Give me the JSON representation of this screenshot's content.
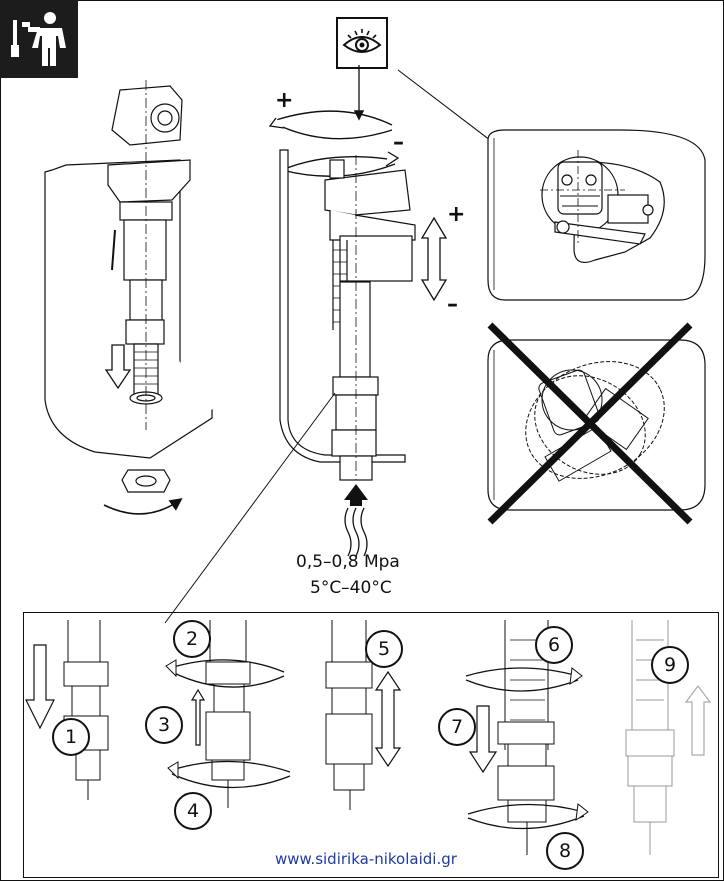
{
  "header": {
    "tool_icon": "tools-person-icon",
    "eye_icon": "eye-icon"
  },
  "adjust": {
    "plus": "+",
    "minus": "–"
  },
  "spec": {
    "pressure": "0,5–0,8 Mpa",
    "temperature": "5°C–40°C"
  },
  "steps": [
    "1",
    "2",
    "3",
    "4",
    "5",
    "6",
    "7",
    "8",
    "9"
  ],
  "footer": {
    "website": "www.sidirika-nikolaidi.gr"
  },
  "colors": {
    "ink": "#111111",
    "dark_box": "#1c1c1c",
    "link": "#1f3aa8"
  }
}
